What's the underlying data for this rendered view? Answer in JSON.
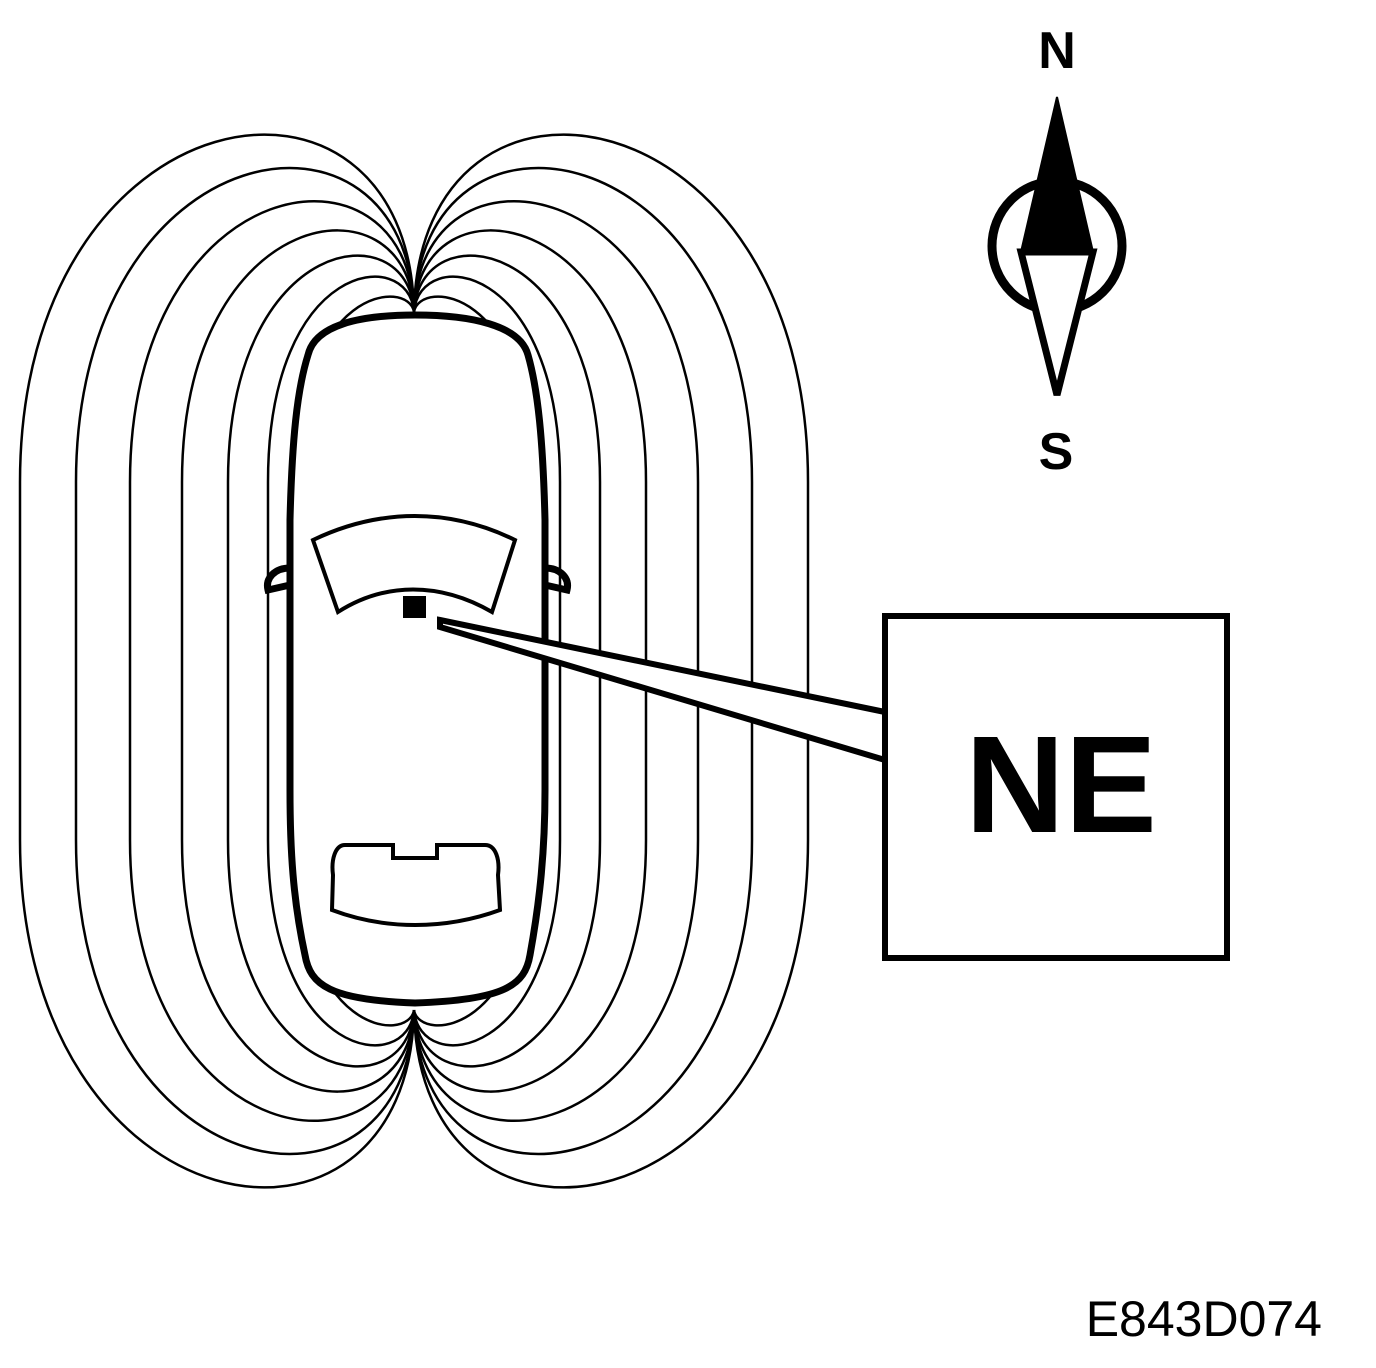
{
  "compass": {
    "north_label": "N",
    "south_label": "S"
  },
  "display": {
    "text": "NE"
  },
  "figure": {
    "reference_code": "E843D074"
  },
  "colors": {
    "ink": "#000000",
    "paper": "#ffffff"
  }
}
